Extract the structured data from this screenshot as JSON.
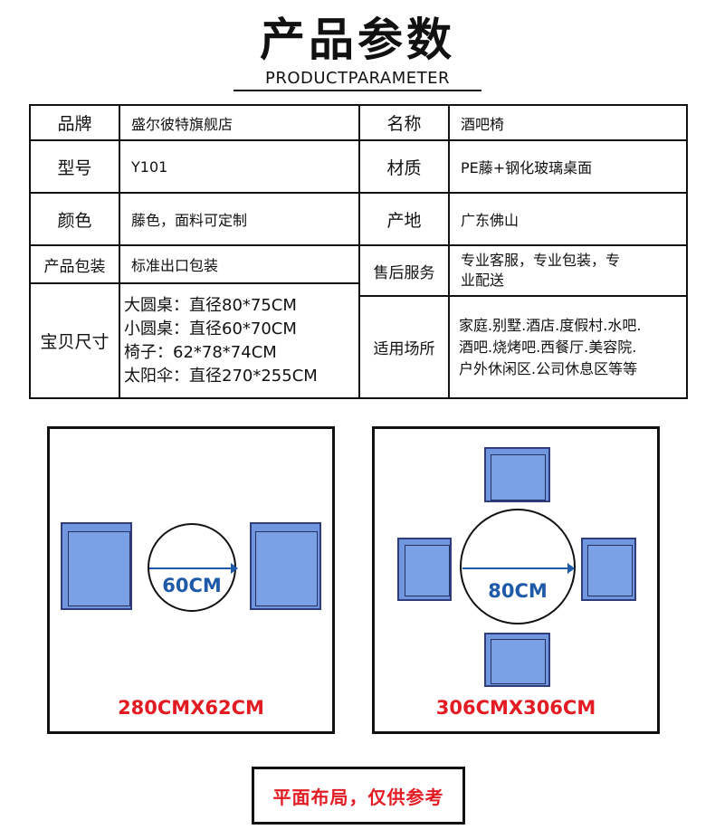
{
  "header": {
    "title": "产品参数",
    "subtitle": "PRODUCTPARAMETER"
  },
  "params": {
    "brand_label": "品牌",
    "brand_value": "盛尔彼特旗舰店",
    "name_label": "名称",
    "name_value": "酒吧椅",
    "model_label": "型号",
    "model_value": "Y101",
    "material_label": "材质",
    "material_value": "PE藤+钢化玻璃桌面",
    "color_label": "颜色",
    "color_value": "藤色，面料可定制",
    "origin_label": "产地",
    "origin_value": "广东佛山",
    "packaging_label": "产品包装",
    "packaging_value": "标准出口包装",
    "aftersales_label": "售后服务",
    "aftersales_lines": [
      "专业客服，专业包装，专",
      "业配送"
    ],
    "size_label": "宝贝尺寸",
    "size_lines": [
      "大圆桌：直径80*75CM",
      "小圆桌：直径60*70CM",
      "椅子：62*78*74CM",
      "太阳伞：直径270*255CM"
    ],
    "usage_label": "适用场所",
    "usage_lines": [
      "家庭.别墅.酒店.度假村.水吧.",
      "酒吧.烧烤吧.西餐厅.美容院.",
      "户外休闲区.公司休息区等等"
    ]
  },
  "diagrams": {
    "small": {
      "table_size": "60CM",
      "area": "280CMX62CM"
    },
    "large": {
      "table_size": "80CM",
      "area": "306CMX306CM"
    }
  },
  "note": "平面布局，仅供参考",
  "colors": {
    "chair_fill": "#6f96de",
    "chair_border": "#2f3e7a",
    "size_text": "#1f5aa8",
    "dimension_text": "#e31b23"
  }
}
